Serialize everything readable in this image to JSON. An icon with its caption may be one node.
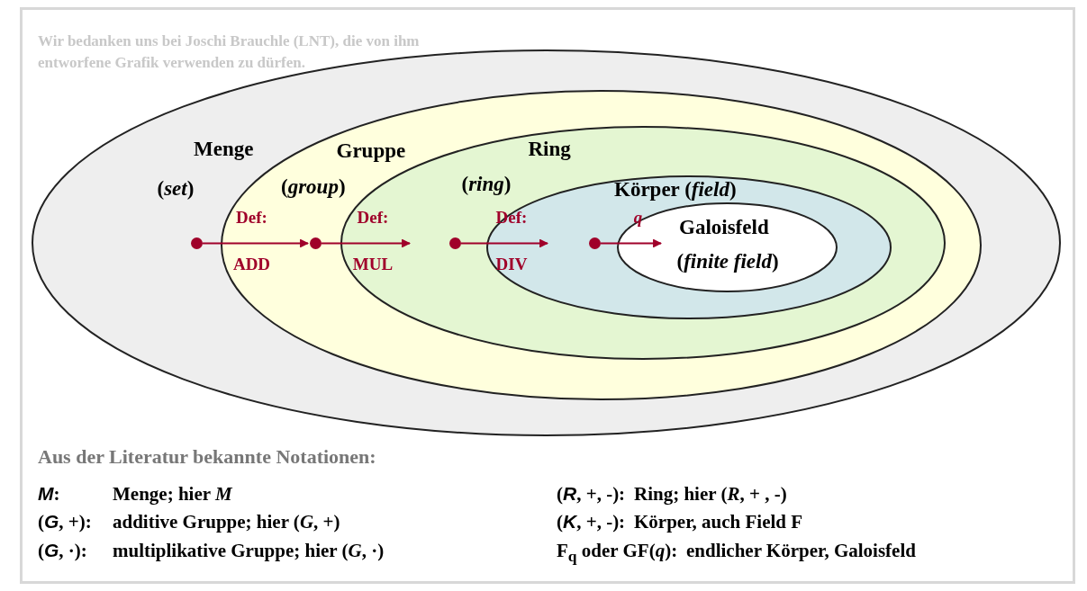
{
  "diagram": {
    "nodes": [
      {
        "text": [
          "Menge",
          "(*set*)"
        ]
      },
      {
        "text": [
          "Gruppe",
          "(*group*)"
        ],
        "in": 0
      },
      {
        "text": [
          "Ring",
          "(*ring*)"
        ],
        "in": 1
      },
      {
        "text": [
          "Körper (*field*)"
        ],
        "in": 2
      },
      {
        "text": [
          "Galoisfeld",
          "(*finite field*)"
        ],
        "in": 3
      },
      {
        "text": [],
        "shape": "circle",
        "in": 0
      },
      {
        "text": [],
        "shape": "circle",
        "in": 1
      },
      {
        "text": [],
        "shape": "circle",
        "in": 2
      },
      {
        "text": [],
        "shape": "circle",
        "in": 3
      }
    ],
    "edges": [
      {
        "from": 5,
        "to": 6,
        "arrow": "to",
        "label": "Def: ADD"
      },
      {
        "from": 6,
        "to": null,
        "arrow": "to",
        "label": "Def: MUL"
      },
      {
        "from": 7,
        "to": null,
        "arrow": "to",
        "label": "Def: DIV"
      },
      {
        "from": 8,
        "to": 4,
        "arrow": "to",
        "label": "*q*"
      }
    ],
    "labels": [
      "Wir bedanken uns bei Joschi Brauchle (LNT), die von ihm entworfene Grafik verwenden zu dürfen.",
      "Aus der Literatur bekannte Notationen:",
      "**M**:",
      "Menge; hier *M*",
      "(**R**, +, -):",
      "Ring; hier (*R*, + , -)",
      "(**G**, +):",
      "additive Gruppe; hier (*G*, +)",
      "(**K**, +, -):",
      "Körper, auch Field F",
      "(**G**, ·):",
      "multiplikative Gruppe; hier (*G*, ·)",
      "F$_{q}$ oder GF(*q*):",
      "endlicher Körper, Galoisfeld"
    ]
  }
}
